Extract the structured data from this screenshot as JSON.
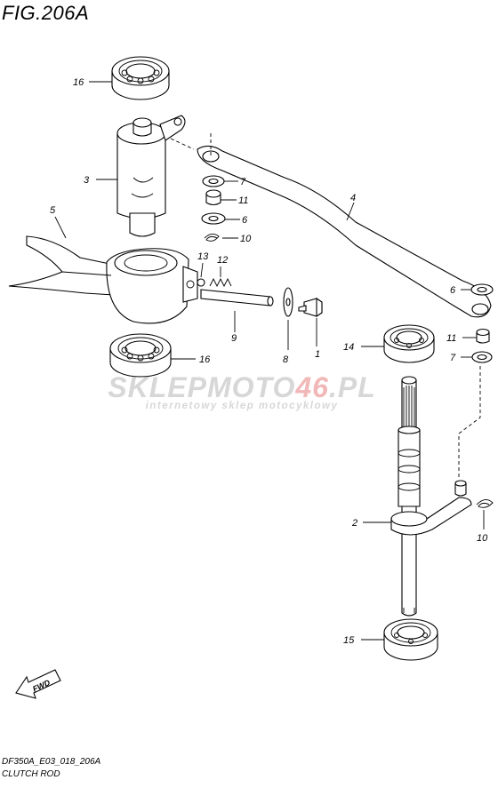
{
  "figure": {
    "title": "FIG.206A",
    "model_code": "DF350A_E03_018_206A",
    "caption": "CLUTCH ROD",
    "fwd_label": "FWD"
  },
  "watermark": {
    "brand_main": "SKLEPMOTO",
    "brand_accent": "46",
    "brand_tail": ".PL",
    "subtitle": "internetowy sklep motocyklowy"
  },
  "callouts": {
    "c16a": "16",
    "c3": "3",
    "c7a": "7",
    "c11a": "11",
    "c6a": "6",
    "c10a": "10",
    "c4": "4",
    "c5": "5",
    "c13": "13",
    "c12": "12",
    "c9": "9",
    "c8": "8",
    "c1": "1",
    "c16b": "16",
    "c14": "14",
    "c6b": "6",
    "c11b": "11",
    "c7b": "7",
    "c2": "2",
    "c10b": "10",
    "c15": "15"
  }
}
